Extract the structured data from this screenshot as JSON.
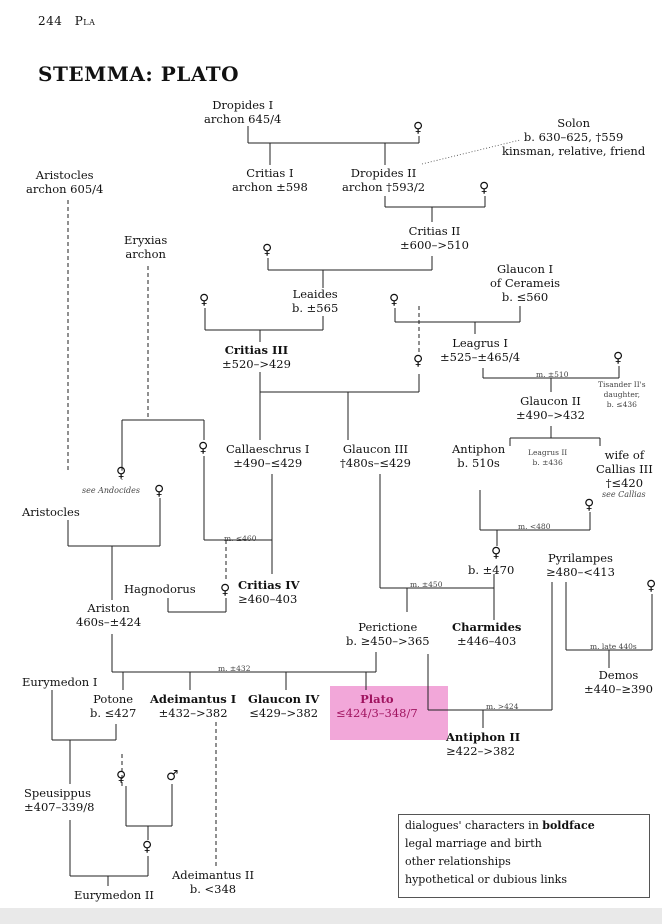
{
  "header": {
    "page_number": "244",
    "abbrev": "Pla"
  },
  "title": "STEMMA: PLATO",
  "nodes": {
    "dropides_i": [
      "Dropides I",
      "archon 645/4"
    ],
    "solon": [
      "Solon",
      "b. 630–625, †559",
      "kinsman, relative, friend"
    ],
    "aristocles_top": [
      "Aristocles",
      "archon 605/4"
    ],
    "critias_i": [
      "Critias I",
      "archon ±598"
    ],
    "dropides_ii": [
      "Dropides II",
      "archon †593/2"
    ],
    "eryxias": [
      "Eryxias",
      "archon"
    ],
    "critias_ii": [
      "Critias II",
      "±600–>510"
    ],
    "glaucon_i": [
      "Glaucon I",
      "of Cerameis",
      "b. ≤560"
    ],
    "leaides": [
      "Leaides",
      "b. ±565"
    ],
    "critias_iii": [
      "Critias III",
      "±520–>429"
    ],
    "leagrus_i": [
      "Leagrus I",
      "±525–±465/4"
    ],
    "glaucon_ii": [
      "Glaucon II",
      "±490–>432"
    ],
    "tisander": [
      "Tisander II's",
      "daughter,",
      "b. ≤436"
    ],
    "callaeschrus": [
      "Callaeschrus I",
      "±490–≤429"
    ],
    "glaucon_iii": [
      "Glaucon III",
      "†480s–≤429"
    ],
    "antiphon": [
      "Antiphon",
      "b. 510s"
    ],
    "leagrus_ii": [
      "Leagrus II",
      "b. ±436"
    ],
    "wife_callias": [
      "wife of",
      "Callias III",
      "†≤420"
    ],
    "see_callias": "see Callias",
    "see_andocides": "see Andocides",
    "aristocles": "Aristocles",
    "hagnodorus": "Hagnodorus",
    "critias_iv": [
      "Critias IV",
      "≥460–403"
    ],
    "b470": "b. ±470",
    "pyrilampes": [
      "Pyrilampes",
      "≥480–<413"
    ],
    "ariston": [
      "Ariston",
      "460s–±424"
    ],
    "perictione": [
      "Perictione",
      "b. ≥450–>365"
    ],
    "charmides": [
      "Charmides",
      "±446–403"
    ],
    "demos": [
      "Demos",
      "±440–≥390"
    ],
    "eurymedon_i": "Eurymedon I",
    "potone": [
      "Potone",
      "b. ≤427"
    ],
    "adeimantus_i": [
      "Adeimantus I",
      "±432–>382"
    ],
    "glaucon_iv": [
      "Glaucon IV",
      "≤429–>382"
    ],
    "plato": [
      "Plato",
      "≤424/3–348/7"
    ],
    "antiphon_ii": [
      "Antiphon II",
      "≥422–>382"
    ],
    "speusippus": [
      "Speusippus",
      "±407–339/8"
    ],
    "adeimantus_ii": [
      "Adeimantus II",
      "b. <348"
    ],
    "eurymedon_ii": "Eurymedon II"
  },
  "marriages": {
    "m510": "m. ±510",
    "m460": "m. ≤460",
    "m480": "m. <480",
    "m450": "m. ±450",
    "m432": "m. ±432",
    "m424": "m. >424",
    "m440s": "m. late 440s"
  },
  "legend": {
    "l1a": "dialogues' characters in ",
    "l1b": "boldface",
    "l2": "legal marriage and birth",
    "l3": "other relationships",
    "l4": "hypothetical or dubious links"
  },
  "colors": {
    "highlight": "#f2a7d9",
    "line": "#222222"
  }
}
